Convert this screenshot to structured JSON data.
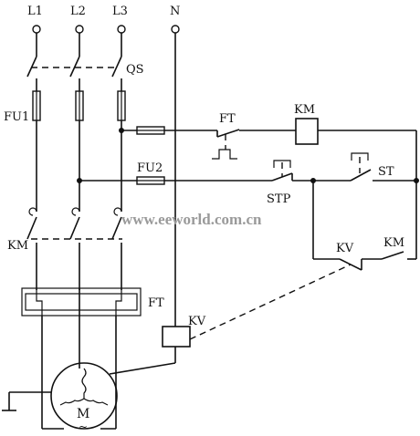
{
  "labels": {
    "L1": "L1",
    "L2": "L2",
    "L3": "L3",
    "N": "N",
    "QS": "QS",
    "FU1": "FU1",
    "FU2": "FU2",
    "FT_contact": "FT",
    "KM_coil": "KM",
    "STP": "STP",
    "ST": "ST",
    "KM_main": "KM",
    "FT_relay": "FT",
    "KV_contact": "KV",
    "KM_aux": "KM",
    "KV_coil": "KV",
    "motor_M": "M",
    "motor_tilde": "~"
  },
  "watermark": "www.eeworld.com.cn"
}
